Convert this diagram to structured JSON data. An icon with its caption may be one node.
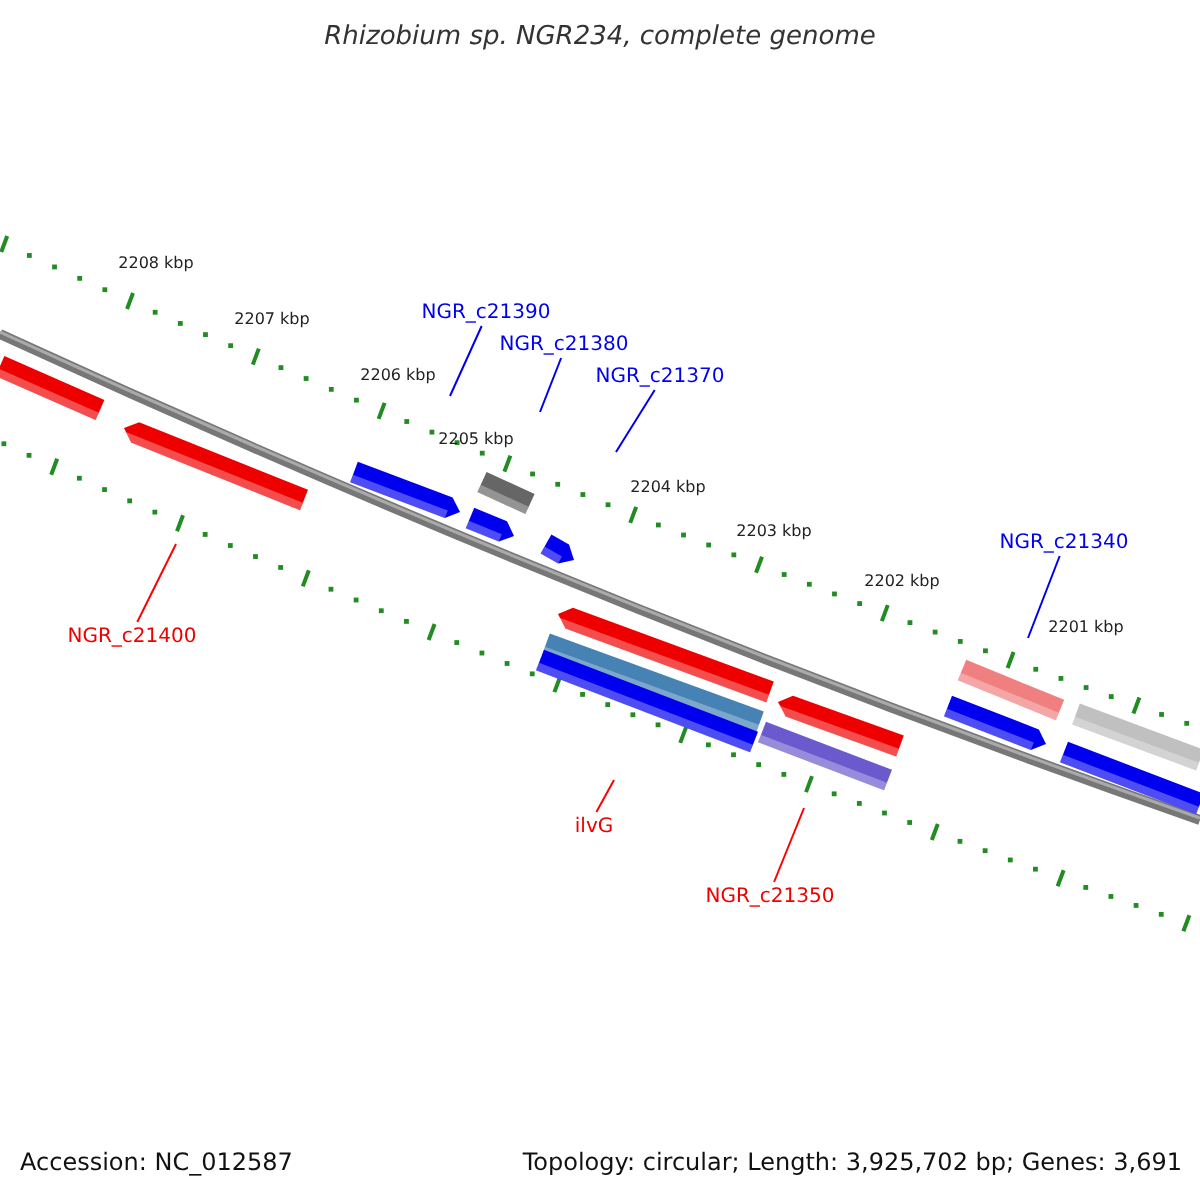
{
  "diagram": {
    "title": "Rhizobium sp. NGR234, complete genome",
    "nodes": [
      {
        "text": [
          "NGR_c21390"
        ]
      },
      {
        "text": [
          "NGR_c21380"
        ]
      },
      {
        "text": [
          "NGR_c21370"
        ]
      },
      {
        "text": [
          "NGR_c21400"
        ]
      },
      {
        "text": [
          "ilvG"
        ]
      },
      {
        "text": [
          "NGR_c21350"
        ]
      },
      {
        "text": [
          "NGR_c21340"
        ]
      }
    ],
    "edges": [
      {
        "from": 0,
        "to": null,
        "arrow": "none"
      },
      {
        "from": 1,
        "to": null,
        "arrow": "none"
      },
      {
        "from": 2,
        "to": null,
        "arrow": "none"
      },
      {
        "from": 3,
        "to": null,
        "arrow": "none",
        "color": "#ff0000"
      },
      {
        "from": 4,
        "to": null,
        "arrow": "none",
        "color": "#ff0000"
      },
      {
        "from": 5,
        "to": null,
        "arrow": "none",
        "color": "#ff0000"
      },
      {
        "from": 6,
        "to": null,
        "arrow": "none"
      }
    ],
    "labels": [
      "2208 kbp",
      "2207 kbp",
      "2206 kbp",
      "2205 kbp",
      "2204 kbp",
      "2203 kbp",
      "2202 kbp",
      "2201 kbp",
      "Accession: NC_012587",
      "Topology: circular; Length: 3,925,702 bp; Genes: 3,691"
    ]
  }
}
